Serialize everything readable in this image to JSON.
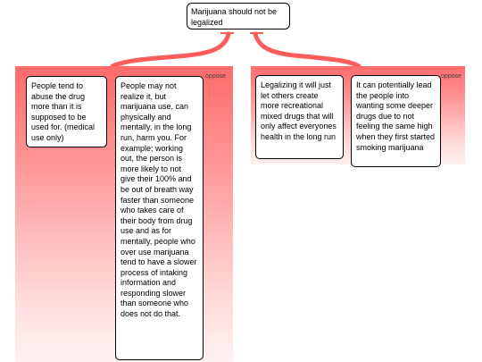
{
  "claim": {
    "text": "Marijuana should not be legalized"
  },
  "groups": [
    {
      "tag": "oppose",
      "reasons": [
        "People tend to abuse the drug more than it is supposed to be used for. (medical use only)",
        "People may not realize it, but marijuana use, can physically and mentally, in the long run, harm you. For example; working out, the person is more likely to not give their 100% and be out of breath way faster than someone who takes care of their body from drug use and as for mentally, people who over use marijuana tend to have a slower process of intaking information and responding slower than someone who does not do that."
      ]
    },
    {
      "tag": "oppose",
      "reasons": [
        "Legalizing it will just let others create more recreational mixed drugs that will only affect everyones health in the long run",
        "It can potentially lead the people into wanting some deeper drugs due to not feeling the same high when they first started smoking marijuana"
      ]
    }
  ],
  "colors": {
    "panel_top": "#ff6b6b",
    "panel_bottom": "#fff2f2",
    "connector": "#ff5c5c"
  }
}
